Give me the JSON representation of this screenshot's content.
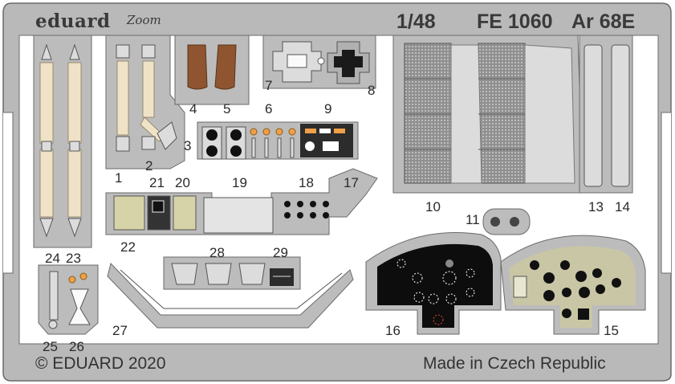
{
  "brand": {
    "name": "eduard",
    "sub_logo": "Zoom"
  },
  "header": {
    "scale": "1/48",
    "code": "FE 1060",
    "model": "Ar 68E"
  },
  "parts": [
    "1",
    "2",
    "3",
    "4",
    "5",
    "6",
    "7",
    "8",
    "9",
    "10",
    "11",
    "13",
    "14",
    "15",
    "16",
    "17",
    "18",
    "19",
    "20",
    "21",
    "22",
    "23",
    "24",
    "25",
    "26",
    "27",
    "28",
    "29"
  ],
  "footer": {
    "copyright": "© EDUARD 2020",
    "origin": "Made in Czech Republic"
  },
  "colors": {
    "fret": "#b8b8b8",
    "fret_outline": "#6a6a6a",
    "belt": "#efe2c6",
    "seat_leather": "#8e5530",
    "panel_black": "#0d0d0d",
    "panel_khaki": "#c9c6a6",
    "gauge_orange": "#f0a048",
    "mesh": "#9a9a9a"
  }
}
